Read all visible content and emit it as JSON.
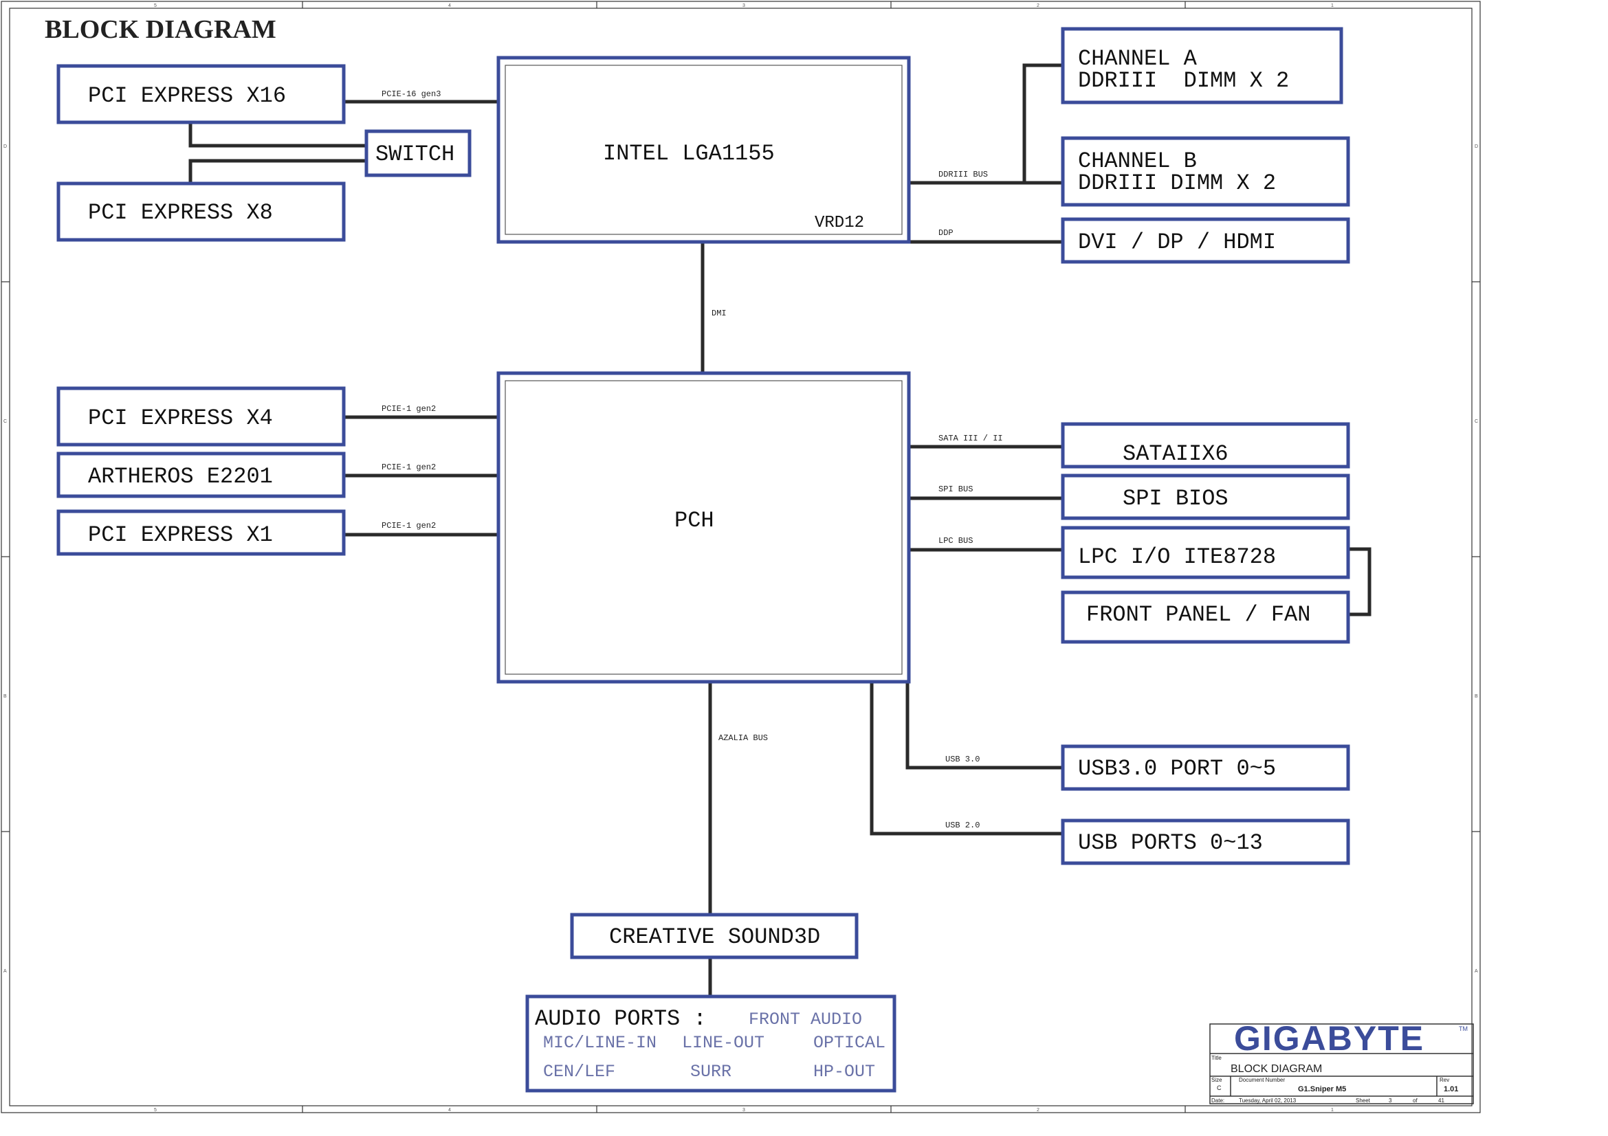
{
  "title": "BLOCK DIAGRAM",
  "colors": {
    "box_border": "#3B4C9A",
    "wire": "#2a2a2a",
    "faint_text": "#6A72A8",
    "logo": "#3B4C9A"
  },
  "blocks": {
    "pcie_x16": "PCI EXPRESS X16",
    "switch": "SWITCH",
    "pcie_x8": "PCI EXPRESS X8",
    "cpu": "INTEL LGA1155",
    "vrd": "VRD12",
    "channel_a_line1": "CHANNEL A",
    "channel_a_line2": "DDRIII  DIMM X 2",
    "channel_b_line1": "CHANNEL B",
    "channel_b_line2": "DDRIII DIMM X 2",
    "dvi": "DVI / DP / HDMI",
    "pcie_x4": "PCI EXPRESS X4",
    "artheros": "ARTHEROS E2201",
    "pcie_x1": "PCI EXPRESS X1",
    "pch": "PCH",
    "sata": "SATAIIX6",
    "spi_bios": "SPI BIOS",
    "lpc_io": "LPC I/O ITE8728",
    "front_panel": "FRONT PANEL / FAN",
    "usb3": "USB3.0 PORT 0~5",
    "usb2": "USB PORTS 0~13",
    "sound": "CREATIVE SOUND3D"
  },
  "audio_ports": {
    "heading": "AUDIO PORTS :",
    "front_audio": "FRONT AUDIO",
    "mic_line_in": "MIC/LINE-IN",
    "line_out": "LINE-OUT",
    "optical": "OPTICAL",
    "cen_lef": "CEN/LEF",
    "surr": "SURR",
    "hp_out": "HP-OUT"
  },
  "buses": {
    "pcie16": "PCIE-16 gen3",
    "ddriii": "DDRIII BUS",
    "ddp": "DDP",
    "dmi": "DMI",
    "pcie1_a": "PCIE-1 gen2",
    "pcie1_b": "PCIE-1 gen2",
    "pcie1_c": "PCIE-1 gen2",
    "sata": "SATA III / II",
    "spi": "SPI BUS",
    "lpc": "LPC BUS",
    "usb30": "USB 3.0",
    "usb20": "USB 2.0",
    "azalia": "AZALIA BUS"
  },
  "title_block": {
    "logo": "GIGABYTE",
    "trademark": "TM",
    "title_label": "Title",
    "title": "BLOCK DIAGRAM",
    "size_label": "Size",
    "size": "C",
    "docnum_label": "Document Number",
    "docnum": "G1.Sniper M5",
    "rev_label": "Rev",
    "rev": "1.01",
    "date_label": "Date:",
    "date": "Tuesday, April 02, 2013",
    "sheet_label": "Sheet",
    "sheet": "3",
    "of_label": "of",
    "of": "41"
  },
  "ruler": {
    "top": [
      "5",
      "4",
      "3",
      "2",
      "1"
    ],
    "side": [
      "D",
      "C",
      "B",
      "A"
    ]
  }
}
